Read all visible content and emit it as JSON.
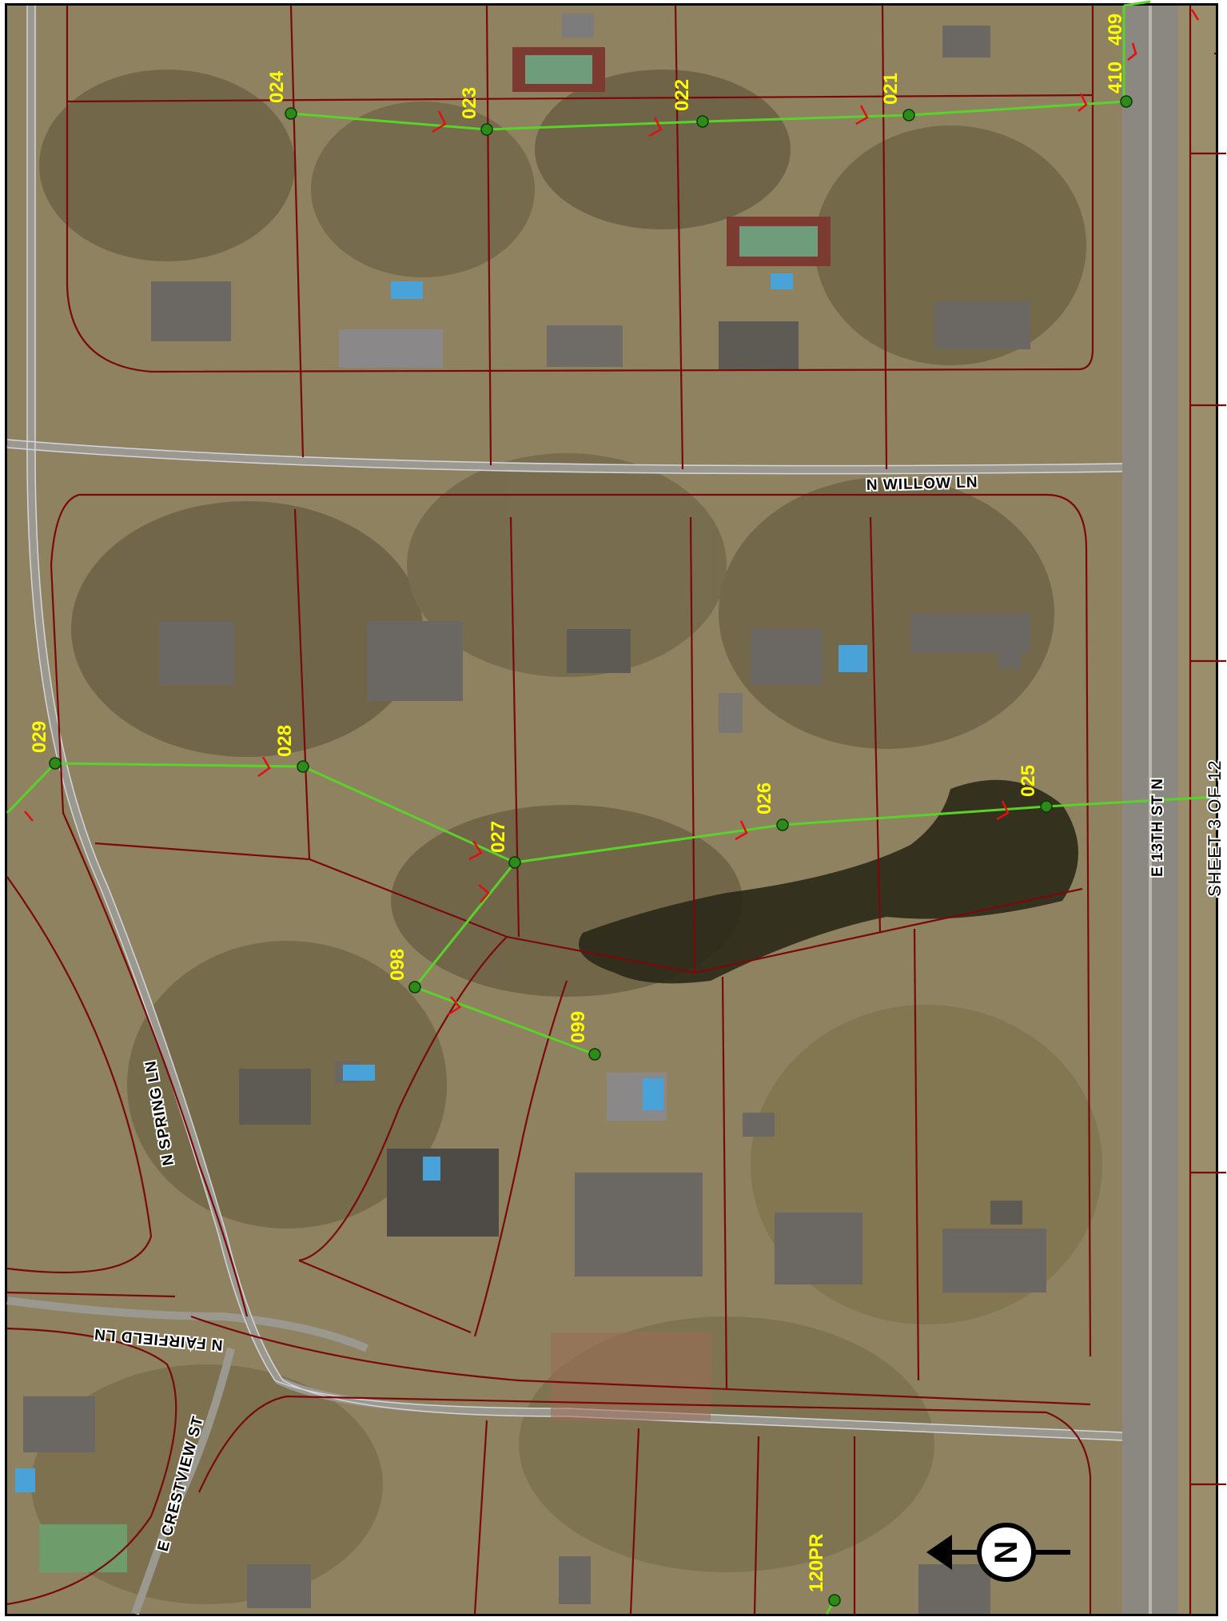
{
  "map": {
    "sheet_label": "SHEET 3 OF 12",
    "roads": {
      "willow": "N WILLOW LN",
      "spring": "N SPRING LN",
      "fairfield": "N FAIRFIELD LN",
      "crestview": "E CRESTVIEW ST",
      "thirteenth": "E 13TH ST N"
    },
    "nodes": {
      "n024": "024",
      "n023": "023",
      "n022": "022",
      "n021": "021",
      "n410": "410",
      "n409": "409",
      "n029": "029",
      "n028": "028",
      "n027": "027",
      "n026": "026",
      "n025": "025",
      "n098": "098",
      "n099": "099",
      "n120pr": "120PR"
    },
    "north_arrow": "N",
    "colors": {
      "pipeline": "#5ad22a",
      "parcel_line": "#7a0a0a",
      "node_fill": "#2e8b1a",
      "label": "#ffff00",
      "flow_marker": "#e01010"
    }
  }
}
